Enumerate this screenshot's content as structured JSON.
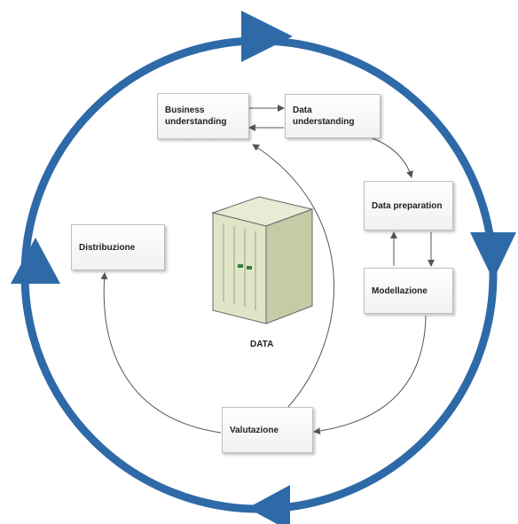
{
  "steps": {
    "business": "Business understanding",
    "data_understanding": "Data understanding",
    "data_preparation": "Data preparation",
    "modelling": "Modellazione",
    "evaluation": "Valutazione",
    "deployment": "Distribuzione"
  },
  "center_label": "DATA",
  "colors": {
    "cycle": "#2e6aa8",
    "arrow": "#555555",
    "server_light": "#dfe6c8",
    "server_dark": "#b9c39a"
  }
}
